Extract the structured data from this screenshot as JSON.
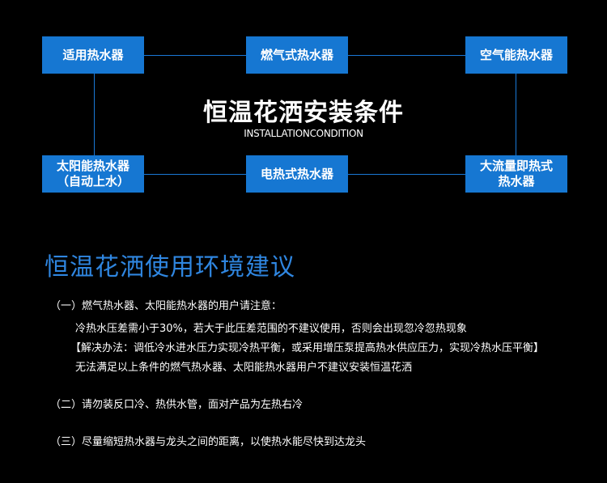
{
  "boxes": {
    "top_left": "适用热水器",
    "top_middle": "燃气式热水器",
    "top_right": "空气能热水器",
    "bottom_left_line1": "太阳能热水器",
    "bottom_left_line2": "（自动上水）",
    "bottom_middle": "电热式热水器",
    "bottom_right_line1": "大流量即热式",
    "bottom_right_line2": "热水器"
  },
  "center": {
    "title": "恒温花洒安装条件",
    "subtitle": "INSTALLATIONCONDITION"
  },
  "section": {
    "heading": "恒温花洒使用环境建议",
    "item1_title": "（一）燃气热水器、太阳能热水器的用户请注意：",
    "item1_line1": "冷热水压差需小于30%，若大于此压差范围的不建议使用，否则会出现忽冷忽热现象",
    "item1_line2": "【解决办法：调低冷水进水压力实现冷热平衡，或采用增压泵提高热水供应压力，实现冷热水压平衡】",
    "item1_line3": "无法满足以上条件的燃气热水器、太阳能热水器用户不建议安装恒温花洒",
    "item2": "（二）请勿装反口冷、热供水管，面对产品为左热右冷",
    "item3": "（三）尽量缩短热水器与龙头之间的距离，以使热水能尽快到达龙头"
  },
  "colors": {
    "background": "#000000",
    "box_fill": "#1677d2",
    "connector_line": "#1a78d6",
    "heading_blue": "#2f86e0",
    "text": "#ffffff"
  }
}
